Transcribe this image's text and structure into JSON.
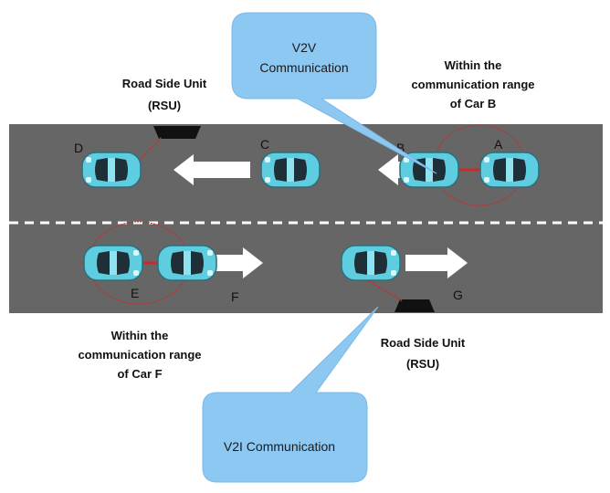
{
  "bubbles": {
    "v2v": {
      "line1": "V2V",
      "line2": "Communication"
    },
    "v2i": {
      "label": "V2I Communication"
    }
  },
  "rsu_top": {
    "line1": "Road Side Unit",
    "line2": "(RSU)"
  },
  "rsu_bottom": {
    "line1": "Road Side Unit",
    "line2": "(RSU)"
  },
  "range_b": {
    "line1": "Within the",
    "line2": "communication range",
    "line3": "of Car B"
  },
  "range_f": {
    "line1": "Within the",
    "line2": "communication range",
    "line3": "of Car F"
  },
  "cars": {
    "a": "A",
    "b": "B",
    "c": "C",
    "d": "D",
    "e": "E",
    "f": "F",
    "g": "G"
  },
  "colors": {
    "road": "#666666",
    "car_body": "#5fcde0",
    "car_window": "#1f2f38",
    "bubble": "#8cc8f2",
    "range_circle": "#cc2a2a",
    "arrow": "#ffffff"
  }
}
